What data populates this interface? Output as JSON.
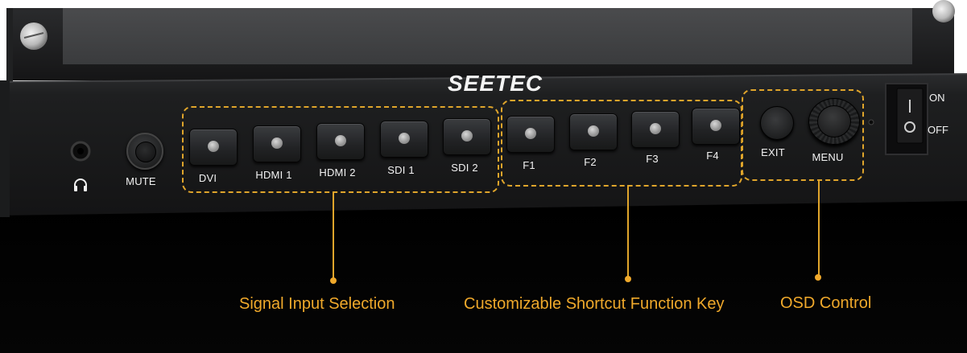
{
  "brand": {
    "name": "SEETEC"
  },
  "left_controls": {
    "headphone_icon": "headphone-icon",
    "mute_label": "MUTE"
  },
  "signal_input": {
    "buttons": [
      {
        "label": "DVI"
      },
      {
        "label": "HDMI 1"
      },
      {
        "label": "HDMI 2"
      },
      {
        "label": "SDI 1"
      },
      {
        "label": "SDI 2"
      }
    ],
    "callout": "Signal Input Selection"
  },
  "function_keys": {
    "buttons": [
      {
        "label": "F1"
      },
      {
        "label": "F2"
      },
      {
        "label": "F3"
      },
      {
        "label": "F4"
      }
    ],
    "callout": "Customizable Shortcut Function Key"
  },
  "osd": {
    "exit_label": "EXIT",
    "menu_label": "MENU",
    "callout": "OSD Control"
  },
  "power_switch": {
    "on_label": "ON",
    "off_label": "OFF"
  },
  "colors": {
    "accent": "#f0a92b",
    "panel": "#1a1a1b",
    "label_text": "#f2f2f2"
  }
}
